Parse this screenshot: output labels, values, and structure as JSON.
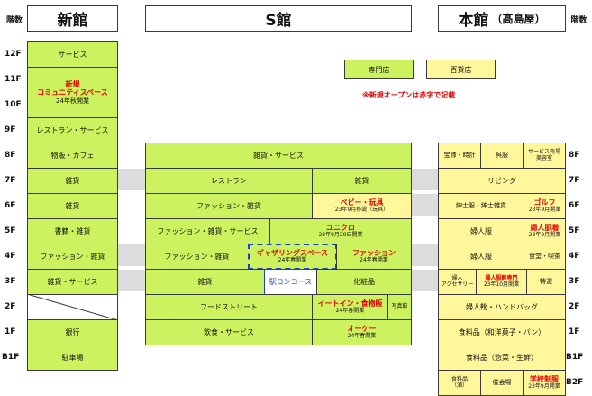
{
  "headers": {
    "floors_label": "階数",
    "shinkan": "新館",
    "s_kan": "S館",
    "honkan": "本館",
    "honkan_sub": "（髙島屋）"
  },
  "legend": {
    "specialty": "専門店",
    "department": "百貨店"
  },
  "note": "※新規オープンは赤字で記載",
  "floors_left": [
    "12F",
    "11F",
    "10F",
    "9F",
    "8F",
    "7F",
    "6F",
    "5F",
    "4F",
    "3F",
    "2F",
    "1F",
    "B1F"
  ],
  "floors_right": [
    "8F",
    "7F",
    "6F",
    "5F",
    "4F",
    "3F",
    "2F",
    "1F",
    "B1F",
    "B2F"
  ],
  "shinkan": {
    "f12": "サービス",
    "f11_new1": "新規",
    "f11_new2": "コミュニティスペース",
    "f11_sub": "24年秋開業",
    "f9": "レストラン・サービス",
    "f8": "物販・カフェ",
    "f7": "雑貨",
    "f6": "雑貨",
    "f5": "書籍・雑貨",
    "f4": "ファッション・雑貨",
    "f3": "雑貨・サービス",
    "f1": "銀行",
    "b1": "駐車場"
  },
  "s_kan": {
    "f8": "雑貨・サービス",
    "f7_a": "レストラン",
    "f7_b": "雑貨",
    "f6_a": "ファッション・雑貨",
    "f6_b": "ベビー・玩具",
    "f6_b_sub": "23年9月移設（玩具）",
    "f5_a": "ファッション・雑貨・サービス",
    "f5_b": "ユニクロ",
    "f5_b_sub": "23年9月29日開業",
    "f4_a": "ファッション・雑貨",
    "f4_b": "ギャザリングスペース",
    "f4_b_sub": "24年春開業",
    "f4_c": "ファッション",
    "f4_c_sub": "24年春開業",
    "f3_a": "雑貨",
    "f3_b": "駅コンコース",
    "f3_c": "化粧品",
    "f2_a": "フードストリート",
    "f2_b": "イートイン・食物販",
    "f2_b_sub": "24年春開業",
    "f2_c": "写真館",
    "f1_a": "飲食・サービス",
    "f1_b": "オーケー",
    "f1_b_sub": "24年春開業"
  },
  "honkan": {
    "f8_a": "宝飾・時計",
    "f8_b": "呉服",
    "f8_c1": "サービス売場",
    "f8_c2": "美容室",
    "f7": "リビング",
    "f6_a": "紳士服・紳士雑貨",
    "f6_b": "ゴルフ",
    "f6_b_sub": "23年9月開業",
    "f5_a": "婦人服",
    "f5_b": "婦人肌着",
    "f5_b_sub": "23年9月開業",
    "f4_a": "婦人服",
    "f4_b": "食堂・喫茶",
    "f3_a1": "婦人",
    "f3_a2": "アクセサリー",
    "f3_b": "婦人服飾専門",
    "f3_b_sub": "23年10月開業",
    "f3_c": "特選",
    "f2": "婦人靴・ハンドバッグ",
    "f1": "食料品（和洋菓子・パン）",
    "b1": "食料品（惣菜・生鮮）",
    "b2_a1": "食料品",
    "b2_a2": "（酒）",
    "b2_b": "催会場",
    "b2_c": "学校制服",
    "b2_c_sub": "23年9月開業"
  }
}
